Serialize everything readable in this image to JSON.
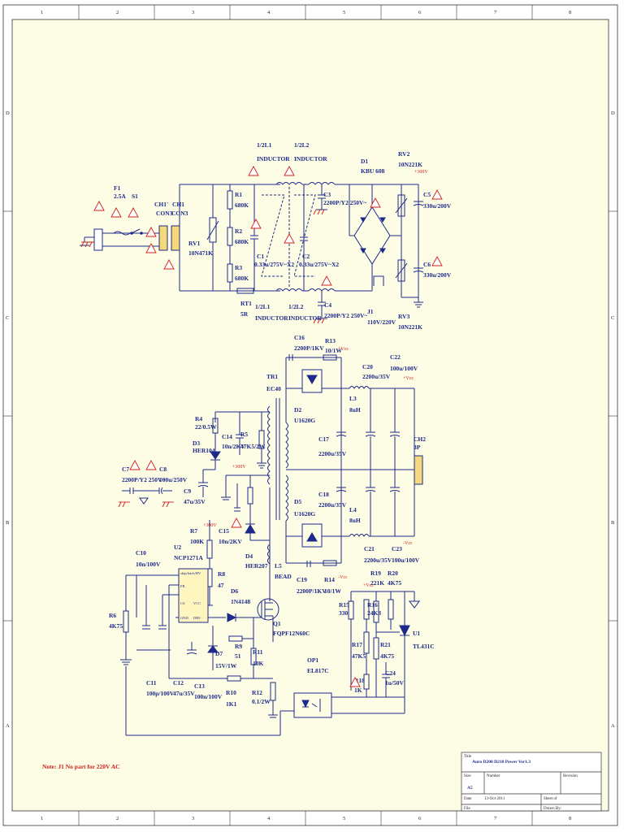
{
  "border": {
    "columns": [
      "1",
      "2",
      "3",
      "4",
      "5",
      "6",
      "7",
      "8"
    ],
    "rows": [
      "D",
      "C",
      "B",
      "A"
    ]
  },
  "mains_section": {
    "F1": [
      "F1",
      "2.5A"
    ],
    "S1": "S1",
    "CH1p": [
      "CH1'",
      "CON3"
    ],
    "CH1": [
      "CH1",
      "CON3"
    ],
    "RV1": [
      "RV1",
      "10N471K"
    ],
    "R1": [
      "R1",
      "680K"
    ],
    "R2": [
      "R2",
      "680K"
    ],
    "R3": [
      "R3",
      "680K"
    ],
    "RT1": [
      "RT1",
      "5R"
    ],
    "L1_top": [
      "1/2L1",
      "INDUCTOR"
    ],
    "L2_top": [
      "1/2L2",
      "INDUCTOR"
    ],
    "L1_bot": [
      "1/2L1",
      "INDUCTOR"
    ],
    "L2_bot": [
      "1/2L2",
      "INDUCTOR"
    ],
    "C1": [
      "C1",
      "0.33u/275V~X2"
    ],
    "C2": [
      "C2",
      "0.33u/275V~X2"
    ],
    "C3": [
      "C3",
      "2200P/Y2 250V~"
    ],
    "C4": [
      "C4",
      "2200P/Y2 250V~"
    ],
    "D1": [
      "D1",
      "KBU 608"
    ],
    "RV2": [
      "RV2",
      "10N221K"
    ],
    "RV3": [
      "RV3",
      "10N221K"
    ],
    "C5": [
      "C5",
      "330u/200V"
    ],
    "C6": [
      "C6",
      "330u/200V"
    ],
    "J1": [
      "J1",
      "110V/220V"
    ],
    "net_300V": "+300V"
  },
  "secondary_section": {
    "C16": [
      "C16",
      "2200P/1KV"
    ],
    "R13": [
      "R13",
      "10/1W"
    ],
    "TR1": [
      "TR1",
      "EC40"
    ],
    "D2": [
      "D2",
      "U1620G"
    ],
    "L3": [
      "L3",
      "8uH"
    ],
    "C20": [
      "C20",
      "2200u/35V"
    ],
    "C22": [
      "C22",
      "100u/100V"
    ],
    "C17": [
      "C17",
      "2200u/35V"
    ],
    "CH2": [
      "CH2",
      "3P"
    ],
    "D5": [
      "D5",
      "U1620G"
    ],
    "C18": [
      "C18",
      "2200u/35V"
    ],
    "L4": [
      "L4",
      "8uH"
    ],
    "C21": [
      "C21",
      "2200u/35V"
    ],
    "C23": [
      "C23",
      "100u/100V"
    ],
    "C19": [
      "C19",
      "2200P/1KV"
    ],
    "R14": [
      "R14",
      "10/1W"
    ],
    "net_vcc": "+Vcc",
    "net_vcc2": "+Vcc",
    "net_vcc3": "-Vcc",
    "net_vcc4": "-Vcc"
  },
  "controller_section": {
    "R4": [
      "R4",
      "22/0.5W"
    ],
    "D3": [
      "D3",
      "HER104"
    ],
    "C14": [
      "C14",
      "10n/2KV"
    ],
    "R5": [
      "R5",
      "47K5/2W"
    ],
    "C7": [
      "C7",
      "2200P/Y2 250V~"
    ],
    "C8": [
      "C8",
      "100u/250V"
    ],
    "C9": [
      "C9",
      "47u/35V"
    ],
    "R7": [
      "R7",
      "100K"
    ],
    "C15": [
      "C15",
      "10n/2KV"
    ],
    "D4": [
      "D4",
      "HER207"
    ],
    "L5": [
      "L5",
      "BEAD"
    ],
    "C10": [
      "C10",
      "10n/100V"
    ],
    "U2": [
      "U2",
      "NCP1271A"
    ],
    "U2_pins": [
      "skip/latch/HV",
      "FB",
      "CS",
      "GND",
      "VCC",
      "DRV"
    ],
    "R8": [
      "R8",
      "47"
    ],
    "D6": [
      "D6",
      "1N4148"
    ],
    "R6": [
      "R6",
      "4K75"
    ],
    "Q1": [
      "Q1",
      "FQPF12N60C"
    ],
    "D7": [
      "D7",
      "15V/1W"
    ],
    "R9": [
      "R9",
      "51"
    ],
    "R11": [
      "R11",
      "10K"
    ],
    "C11": [
      "C11",
      "100p/100V"
    ],
    "C12": [
      "C12",
      "47u/35V"
    ],
    "C13": [
      "C13",
      "100n/100V"
    ],
    "R10": [
      "R10",
      "1K1"
    ],
    "R12": [
      "R12",
      "0.1/2W"
    ],
    "net_300V": "+300V",
    "net_300V2": "+300V"
  },
  "feedback_section": {
    "R19": [
      "R19",
      "221K"
    ],
    "R20": [
      "R20",
      "4K75"
    ],
    "R15": [
      "R15",
      "330"
    ],
    "R16": [
      "R16",
      "24K3"
    ],
    "U1": [
      "U1",
      "TL431C"
    ],
    "R17": [
      "R17",
      "47K5"
    ],
    "R21": [
      "R21",
      "4K75"
    ],
    "C24": [
      "C24",
      "1u/50V"
    ],
    "R18": [
      "R18",
      "1K"
    ],
    "OP1": [
      "OP1",
      "EL817C"
    ],
    "net_vcc": "+Vcc"
  },
  "note": "Note: J1 No part for 220V AC",
  "title_block": {
    "title_label": "Title",
    "title_value": "Auro D200 D210 Power  Ver1.3",
    "size_label": "Size",
    "size_value": "A5",
    "number_label": "Number",
    "revision_label": "Revision",
    "date_label": "Date",
    "date_value": "13-Oct-2011",
    "sheet_label": "Sheet   of",
    "file_label": "File",
    "drawn_label": "Drawn By:"
  },
  "colors": {
    "background": "#fdfde6",
    "wire": "#1e2a8a",
    "warning": "#d0201b",
    "connector": "#f5d97a",
    "ic_fill": "#fff6bf"
  }
}
